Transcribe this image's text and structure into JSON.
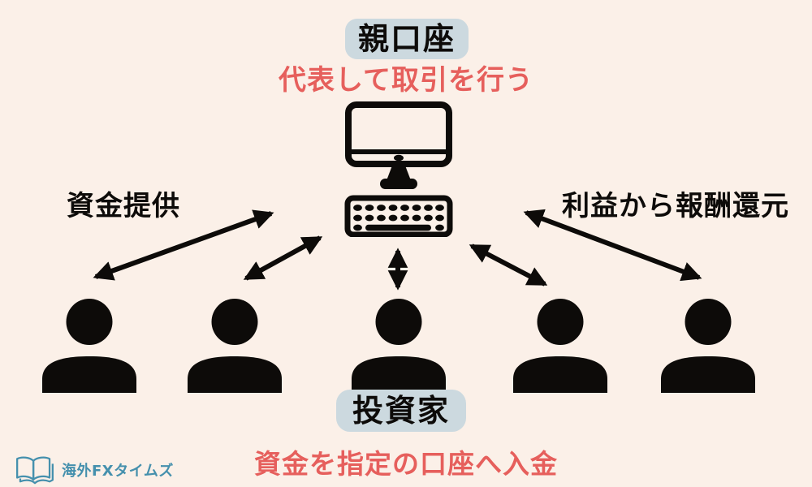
{
  "top": {
    "label": "親口座",
    "caption": "代表して取引を行う"
  },
  "left_note": "資金提供",
  "right_note": "利益から報酬還元",
  "bottom": {
    "label": "投資家",
    "caption": "資金を指定の口座へ入金"
  },
  "logo": {
    "text": "海外FXタイムズ"
  },
  "icons": {
    "computer-icon": "desktop monitor with keyboard (black outline pictogram)",
    "person-icon": "solid black head-and-shoulders silhouette ×5",
    "double-arrow-icon": "black line with arrowheads at both ends ×5",
    "open-book-icon": "teal outlined open book (site logo mark)"
  },
  "diagram": {
    "investors_count": 5,
    "relations": [
      "parent account trades on behalf of investors",
      "investors provide funds (left arrows)",
      "rewards returned from profit (right arrows)"
    ]
  },
  "colors": {
    "bg": "#fbf0e8",
    "ink": "#0d0b09",
    "red": "#e65f5c",
    "pill": "#ccd9df",
    "teal": "#4590ad"
  }
}
